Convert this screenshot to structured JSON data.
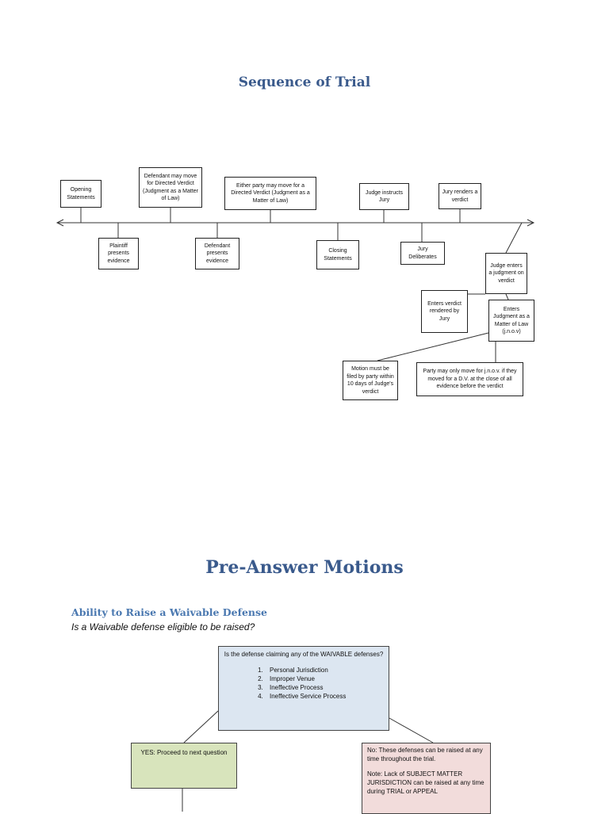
{
  "trial": {
    "title": "Sequence of Trial",
    "steps_above": {
      "opening": "Opening Statements",
      "def_directed": "Defendant may move for Directed Verdict (Judgment as a Matter of Law)",
      "either_directed": "Either party may move for a Directed Verdict (Judgment as a Matter of Law)",
      "judge_instructs": "Judge instructs Jury",
      "jury_renders": "Jury renders a verdict"
    },
    "steps_below": {
      "plaintiff": "Plaintiff presents evidence",
      "defendant": "Defendant presents evidence",
      "closing": "Closing Statements",
      "jury_deliberates": "Jury Deliberates"
    },
    "judgment": {
      "judge_enters": "Judge enters a judgment on verdict",
      "enters_verdict": "Enters verdict rendered by Jury",
      "enters_jnov": "Enters Judgment as a Matter of Law (j.n.o.v)",
      "motion_filed": "Motion must be filed by party within 10 days of Judge's verdict",
      "party_may": "Party may only move for j.n.o.v. if they moved for a D.V. at the close of all evidence before the verdict"
    }
  },
  "motions": {
    "title": "Pre-Answer Motions",
    "subhead": "Ability to Raise a Waivable Defense",
    "question": "Is a Waivable defense eligible to be raised?",
    "flow": {
      "q_title": "Is the defense claiming any of the WAIVABLE defenses?",
      "defenses": [
        "Personal Jurisdiction",
        "Improper Venue",
        "Ineffective Process",
        "Ineffective Service Process"
      ],
      "yes": "YES: Proceed to next question",
      "no": "No: These defenses can be raised at any time throughout the trial.",
      "note": "Note: Lack of SUBJECT MATTER JURISDICTION can be raised at any time during TRIAL or APPEAL"
    }
  }
}
